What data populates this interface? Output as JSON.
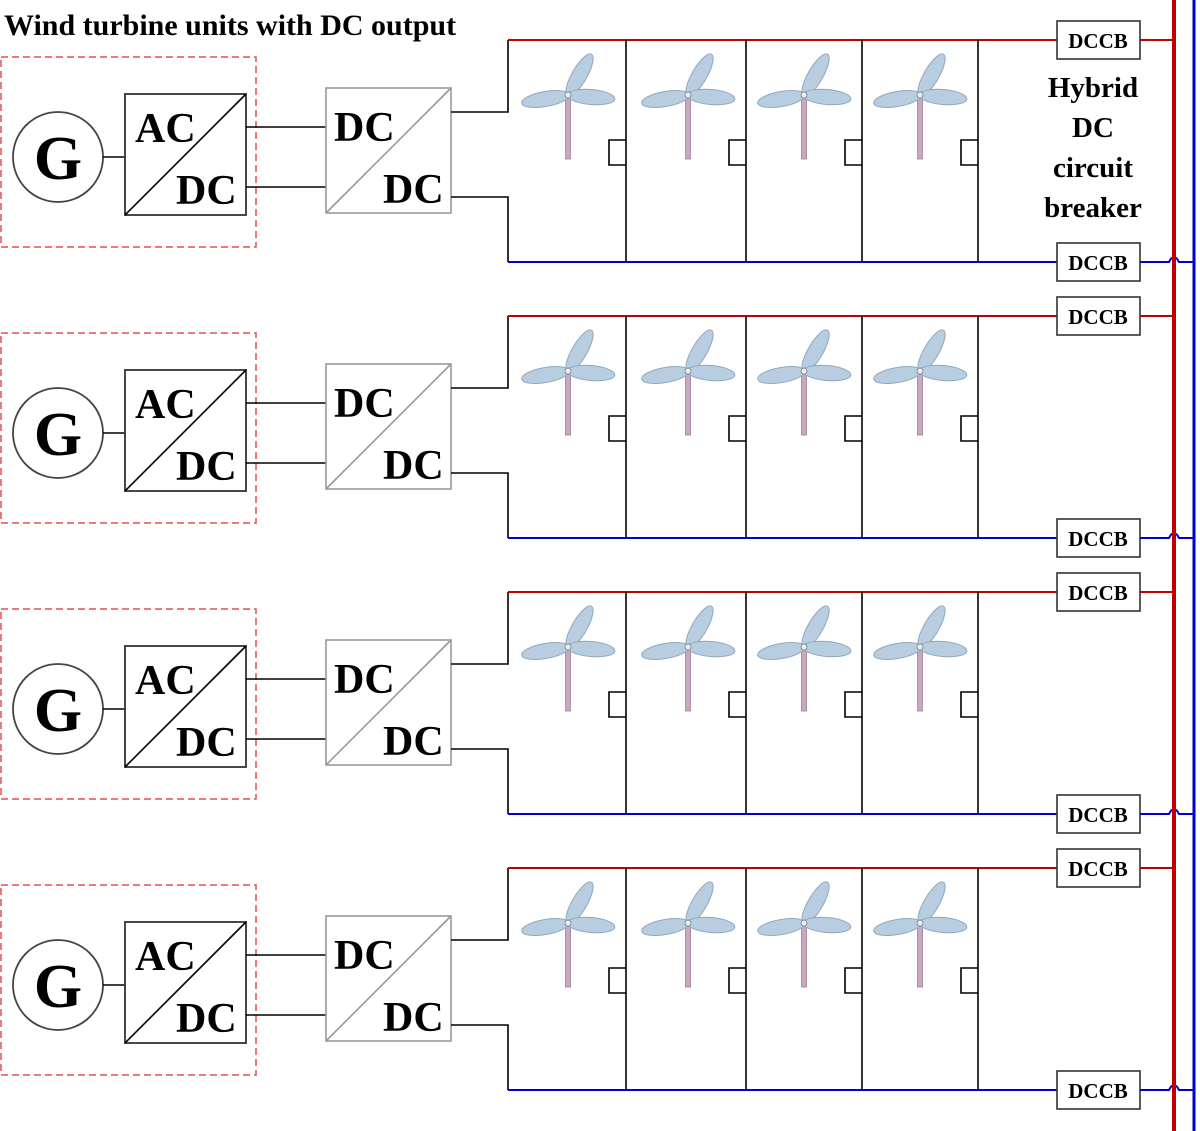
{
  "title": "Wind turbine units with DC output",
  "breaker_caption": [
    "Hybrid",
    "DC",
    "circuit",
    "breaker"
  ],
  "units": [
    {
      "generator": "G",
      "rectifier_in": "AC",
      "rectifier_out": "DC",
      "converter_in": "DC",
      "converter_out": "DC",
      "breaker_top": "DCCB",
      "breaker_bottom": "DCCB"
    },
    {
      "generator": "G",
      "rectifier_in": "AC",
      "rectifier_out": "DC",
      "converter_in": "DC",
      "converter_out": "DC",
      "breaker_top": "DCCB",
      "breaker_bottom": "DCCB"
    },
    {
      "generator": "G",
      "rectifier_in": "AC",
      "rectifier_out": "DC",
      "converter_in": "DC",
      "converter_out": "DC",
      "breaker_top": "DCCB",
      "breaker_bottom": "DCCB"
    },
    {
      "generator": "G",
      "rectifier_in": "AC",
      "rectifier_out": "DC",
      "converter_in": "DC",
      "converter_out": "DC",
      "breaker_top": "DCCB",
      "breaker_bottom": "DCCB"
    }
  ],
  "colors": {
    "positive_bus": "#c00000",
    "negative_bus": "#0000cc",
    "unit_frame": "#e05050",
    "blade": "#b8cde0",
    "blade_edge": "#8fa8c0",
    "tower": "#c8a8c0"
  }
}
